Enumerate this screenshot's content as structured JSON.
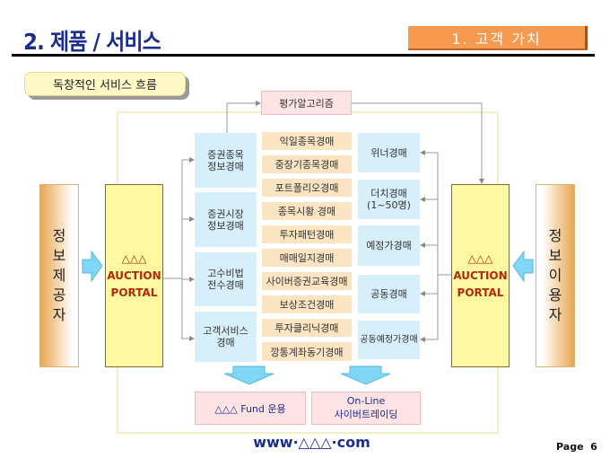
{
  "header": {
    "title": "2. 제품 / 서비스",
    "section": "1. 고객 가치"
  },
  "subtitle": "독창적인 서비스 흐름",
  "algorithm": "평가알고리즘",
  "provider": [
    "정",
    "보",
    "제",
    "공",
    "자"
  ],
  "user": [
    "정",
    "보",
    "이",
    "용",
    "자"
  ],
  "portal": {
    "line1": "△△△",
    "line2": "AUCTION",
    "line3": "PORTAL"
  },
  "blue_column": [
    [
      "증권종목",
      "정보경매"
    ],
    [
      "증권시장",
      "정보경매"
    ],
    [
      "고수비법",
      "전수경매"
    ],
    [
      "고객서비스",
      "경매"
    ]
  ],
  "tan_column": [
    "익일종목경매",
    "중장기종목경매",
    "포트폴리오경매",
    "종목시황 경매",
    "투자패턴경매",
    "매매일지경매",
    "사이버증권교육경매",
    "보상조건경매",
    "투자클리닉경매",
    "깡통계좌동기경매"
  ],
  "right_column": [
    [
      "위너경매"
    ],
    [
      "더치경매",
      "(1~50명)"
    ],
    [
      "예정가경매"
    ],
    [
      "공동경매"
    ],
    [
      "공동예정가경매"
    ]
  ],
  "outputs": {
    "fund": "△△△ Fund 운용",
    "online1": "On-Line",
    "online2": "사이버트레이딩"
  },
  "footer": {
    "website": "www·△△△·com",
    "page": "Page  6"
  }
}
